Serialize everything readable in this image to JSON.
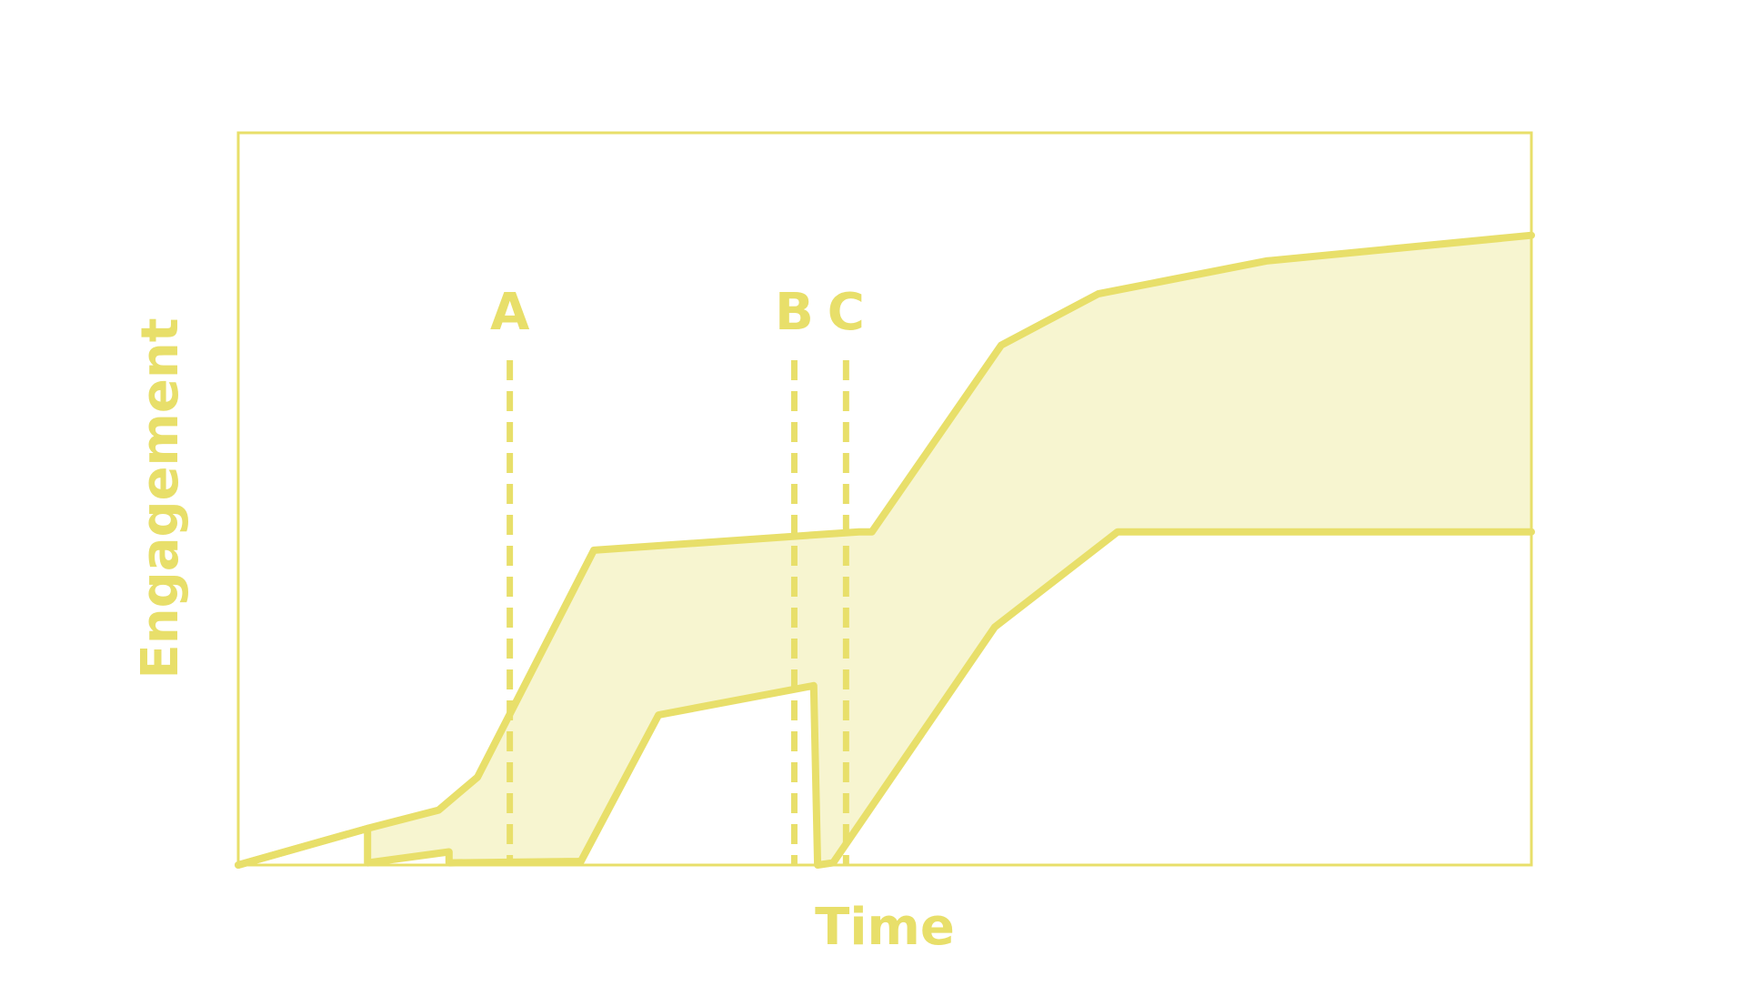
{
  "chart_data": {
    "type": "area",
    "title": "",
    "xlabel": "Time",
    "ylabel": "Engagement",
    "xlim": [
      0,
      100
    ],
    "ylim": [
      0,
      100
    ],
    "grid": false,
    "colors": {
      "line": "#e8df6a",
      "fill": "#f7f5d0",
      "frame": "#e8df6a"
    },
    "series": [
      {
        "x": [
          0,
          10,
          15.5,
          18.5,
          27.5,
          48,
          49,
          59,
          66.5,
          79.5,
          100
        ],
        "y": [
          0,
          5,
          7.5,
          12,
          43,
          45.5,
          45.5,
          71,
          78,
          82.5,
          86
        ]
      },
      {
        "x": [
          0,
          10,
          10,
          16.3,
          16.3,
          26.5,
          32.5,
          44.5,
          44.8,
          46,
          58.5,
          68,
          100
        ],
        "y": [
          0,
          5,
          0.3,
          1.8,
          0.3,
          0.5,
          20.5,
          24.5,
          0,
          0.3,
          32.5,
          45.5,
          45.5
        ]
      }
    ],
    "annotations": [
      {
        "label": "A",
        "x": 21
      },
      {
        "label": "B",
        "x": 43
      },
      {
        "label": "C",
        "x": 47
      }
    ]
  }
}
